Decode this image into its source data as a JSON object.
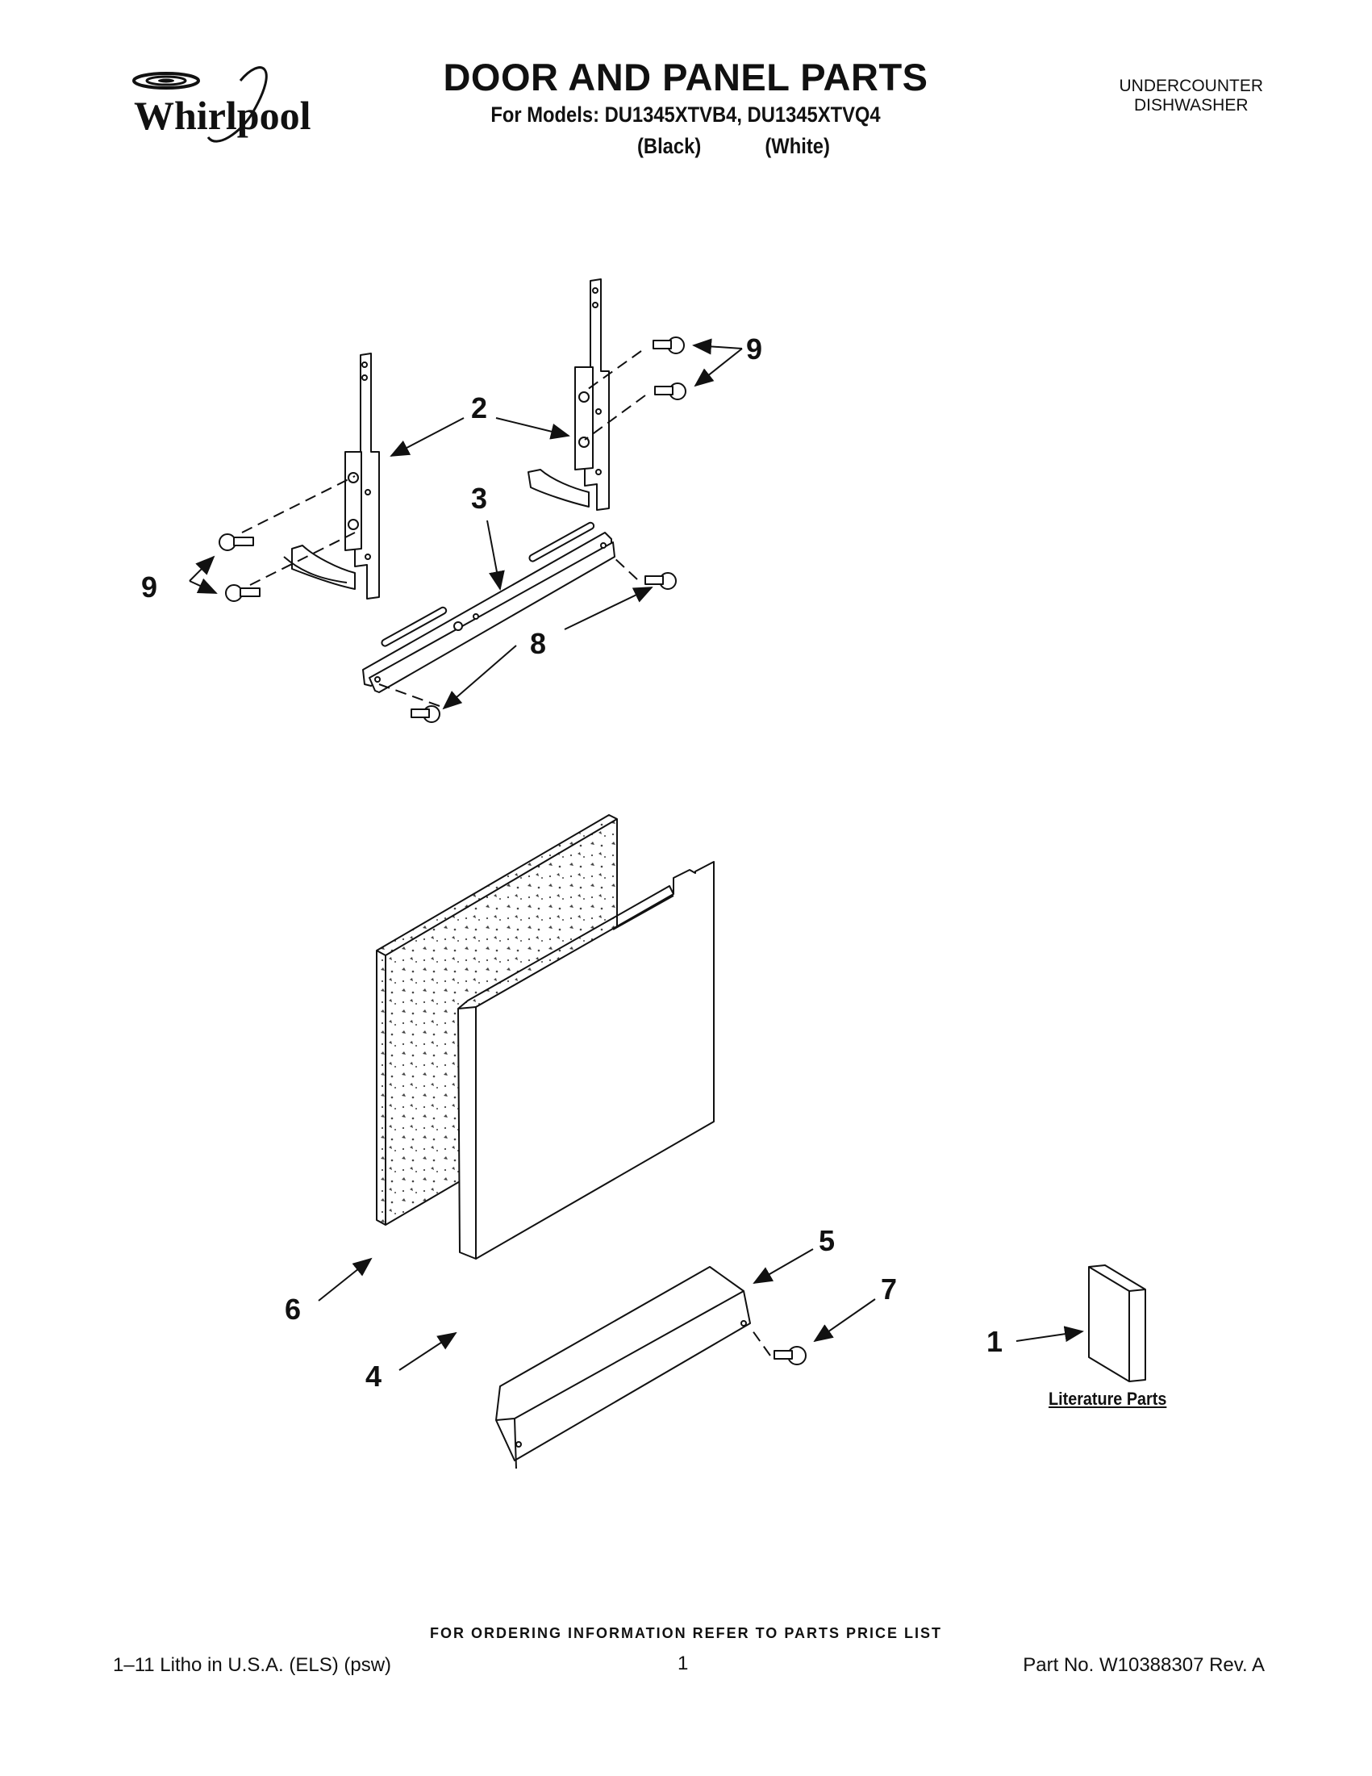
{
  "brand": "Whirlpool",
  "header": {
    "title": "DOOR AND PANEL PARTS",
    "models_line": "For Models: DU1345XTVB4, DU1345XTVQ4",
    "color_black": "(Black)",
    "color_white": "(White)",
    "category_line1": "UNDERCOUNTER",
    "category_line2": "DISHWASHER"
  },
  "callouts": {
    "c1": "1",
    "c2": "2",
    "c3": "3",
    "c4": "4",
    "c5": "5",
    "c6": "6",
    "c7": "7",
    "c8": "8",
    "c9_left": "9",
    "c9_right": "9"
  },
  "literature_label": "Literature Parts",
  "footer": {
    "order_note": "FOR ORDERING INFORMATION REFER TO PARTS PRICE LIST",
    "litho": "1–11 Litho in U.S.A. (ELS) (psw)",
    "page_number": "1",
    "part_number": "Part No. W10388307 Rev. A"
  }
}
